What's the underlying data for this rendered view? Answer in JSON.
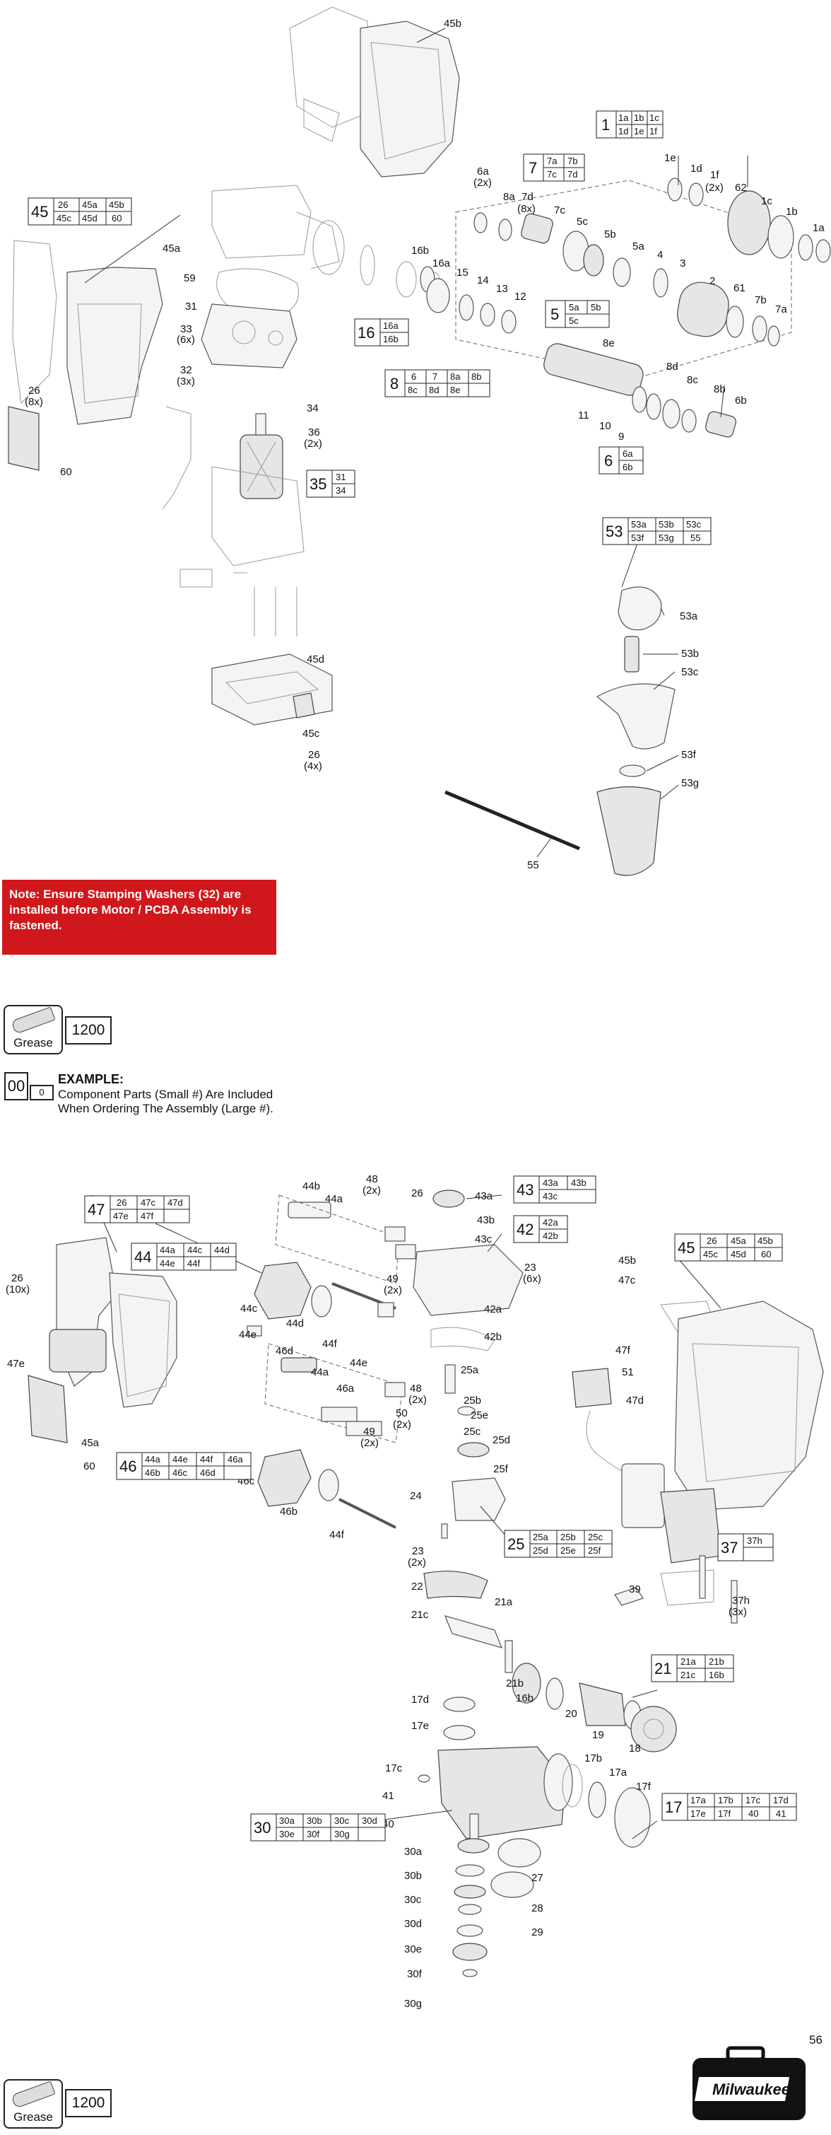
{
  "note": "Note: Ensure Stamping Washers (32) are installed before Motor / PCBA Assembly is fastened.",
  "grease": {
    "label": "Grease",
    "number": "1200"
  },
  "example": {
    "big": "00",
    "small": "0",
    "title": "EXAMPLE:",
    "line1": "Component Parts (Small #) Are Included",
    "line2": "When Ordering The Assembly (Large #)."
  },
  "page_number": "56",
  "brand": "Milwaukee",
  "assemblies": {
    "a1": {
      "main": "1",
      "parts": [
        "1a",
        "1b",
        "1c",
        "1d",
        "1e",
        "1f"
      ]
    },
    "a45": {
      "main": "45",
      "parts": [
        "26",
        "45a",
        "45b",
        "45c",
        "45d",
        "60"
      ]
    },
    "a7": {
      "main": "7",
      "parts": [
        "7a",
        "7b",
        "7c",
        "7d"
      ]
    },
    "a16": {
      "main": "16",
      "parts": [
        "16a",
        "16b"
      ]
    },
    "a5": {
      "main": "5",
      "parts": [
        "5a",
        "5b",
        "5c"
      ]
    },
    "a8": {
      "main": "8",
      "parts": [
        "6",
        "7",
        "8a",
        "8b",
        "8c",
        "8d",
        "8e"
      ]
    },
    "a6": {
      "main": "6",
      "parts": [
        "6a",
        "6b"
      ]
    },
    "a35": {
      "main": "35",
      "parts": [
        "31",
        "34"
      ]
    },
    "a53": {
      "main": "53",
      "parts": [
        "53a",
        "53b",
        "53c",
        "53f",
        "53g",
        "55"
      ]
    },
    "a47": {
      "main": "47",
      "parts": [
        "26",
        "47c",
        "47d",
        "47e",
        "47f"
      ]
    },
    "a44": {
      "main": "44",
      "parts": [
        "44a",
        "44c",
        "44d",
        "44e",
        "44f"
      ]
    },
    "a43": {
      "main": "43",
      "parts": [
        "43a",
        "43b",
        "43c"
      ]
    },
    "a42": {
      "main": "42",
      "parts": [
        "42a",
        "42b"
      ]
    },
    "a45b": {
      "main": "45",
      "parts": [
        "26",
        "45a",
        "45b",
        "45c",
        "45d",
        "60"
      ]
    },
    "a46": {
      "main": "46",
      "parts": [
        "44a",
        "44e",
        "44f",
        "46a",
        "46b",
        "46c",
        "46d"
      ]
    },
    "a25": {
      "main": "25",
      "parts": [
        "25a",
        "25b",
        "25c",
        "25d",
        "25e",
        "25f"
      ]
    },
    "a37": {
      "main": "37",
      "parts": [
        "37h"
      ]
    },
    "a21": {
      "main": "21",
      "parts": [
        "21a",
        "21b",
        "21c",
        "16b"
      ]
    },
    "a30": {
      "main": "30",
      "parts": [
        "30a",
        "30b",
        "30c",
        "30d",
        "30e",
        "30f",
        "30g"
      ]
    },
    "a17": {
      "main": "17",
      "parts": [
        "17a",
        "17b",
        "17c",
        "17d",
        "17e",
        "17f",
        "40",
        "41"
      ]
    }
  },
  "labels": {
    "l45b": "45b",
    "l6a": "6a",
    "l2x": "(2x)",
    "l8a": "8a",
    "l7d": "7d",
    "l8x": "(8x)",
    "l7c": "7c",
    "l5c": "5c",
    "l5b": "5b",
    "l5a": "5a",
    "l4": "4",
    "l3": "3",
    "l2": "2",
    "l1e": "1e",
    "l1d": "1d",
    "l1f": "1f",
    "l2x_b": "(2x)",
    "l62": "62",
    "l1c": "1c",
    "l1b": "1b",
    "l1a": "1a",
    "l61": "61",
    "l7b": "7b",
    "l7a": "7a",
    "l16b": "16b",
    "l16a": "16a",
    "l15": "15",
    "l14": "14",
    "l13": "13",
    "l12": "12",
    "l8e": "8e",
    "l8d": "8d",
    "l8c": "8c",
    "l8b": "8b",
    "l6b": "6b",
    "l11": "11",
    "l10": "10",
    "l9": "9",
    "l45a": "45a",
    "l59": "59",
    "l31": "31",
    "l33": "33",
    "l6x": "(6x)",
    "l32": "32",
    "l3x": "(3x)",
    "l26": "26",
    "l8x_b": "(8x)",
    "l60": "60",
    "l34": "34",
    "l36": "36",
    "l2x_c": "(2x)",
    "l45d": "45d",
    "l45c": "45c",
    "l26b": "26",
    "l4x": "(4x)",
    "l53a": "53a",
    "l53b": "53b",
    "l53c": "53c",
    "l53f": "53f",
    "l53g": "53g",
    "l55": "55",
    "m44b": "44b",
    "m44a": "44a",
    "m48": "48",
    "m2x": "(2x)",
    "m26": "26",
    "m43a": "43a",
    "m43b": "43b",
    "m43c": "43c",
    "m23": "23",
    "m6x": "(6x)",
    "m49": "49",
    "m2x_b": "(2x)",
    "m42a": "42a",
    "m42b": "42b",
    "m26b": "26",
    "m10x": "(10x)",
    "m44c": "44c",
    "m44d": "44d",
    "m44e": "44e",
    "m44e_b": "44e",
    "m44f": "44f",
    "m46d": "46d",
    "m44a_b": "44a",
    "m46a": "46a",
    "m48b": "48",
    "m2x_c": "(2x)",
    "m50": "50",
    "m2x_d": "(2x)",
    "m49b": "49",
    "m2x_e": "(2x)",
    "m47e": "47e",
    "m45a": "45a",
    "m60": "60",
    "m46c": "46c",
    "m46b": "46b",
    "m44f_b": "44f",
    "m25a": "25a",
    "m25b": "25b",
    "m25e": "25e",
    "m25c": "25c",
    "m25d": "25d",
    "m25f": "25f",
    "m24": "24",
    "m23b": "23",
    "m2x_f": "(2x)",
    "m22": "22",
    "m21c": "21c",
    "m21a": "21a",
    "m21b": "21b",
    "m16b": "16b",
    "m20": "20",
    "m19": "19",
    "m18": "18",
    "m39": "39",
    "m17d": "17d",
    "m17e": "17e",
    "m17c": "17c",
    "m41": "41",
    "m40": "40",
    "m17b": "17b",
    "m17a": "17a",
    "m17f": "17f",
    "m30a": "30a",
    "m30b": "30b",
    "m30c": "30c",
    "m30d": "30d",
    "m30e": "30e",
    "m30f": "30f",
    "m30g": "30g",
    "m27": "27",
    "m28": "28",
    "m29": "29",
    "m45b": "45b",
    "m47c": "47c",
    "m47f": "47f",
    "m51": "51",
    "m47d": "47d",
    "m37h": "37h",
    "m3x": "(3x)"
  }
}
